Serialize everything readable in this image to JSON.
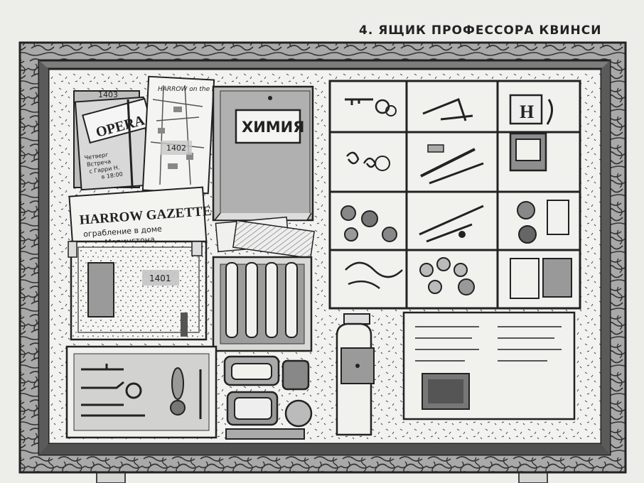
{
  "title": "4. ЯЩИК ПРОФЕССОРА КВИНСИ",
  "items": {
    "ticket_number": "1403",
    "opera_ticket": "OPERA",
    "opera_note": [
      "Четверг",
      "Встреча",
      "с Гарри Н.",
      "в 18:00"
    ],
    "map_number": "1402",
    "map_title": "HARROW on the Hill",
    "chemistry_book": "ХИМИЯ",
    "newspaper_title": "HARROW GAZETTE",
    "newspaper_headline": [
      "ограбление в доме",
      "сэра Мерингтона"
    ],
    "case_number": "1401"
  }
}
